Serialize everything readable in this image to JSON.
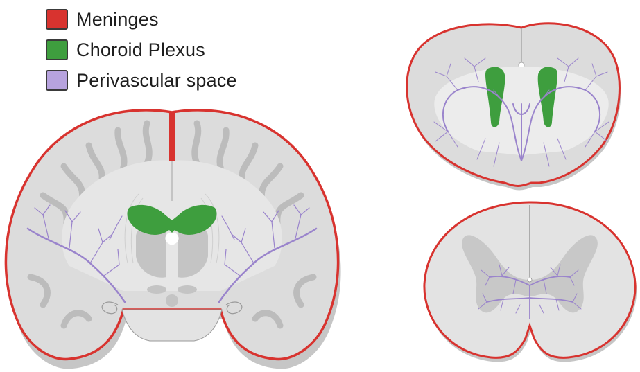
{
  "legend": {
    "items": [
      {
        "label": "Meninges",
        "color": "#d8332f"
      },
      {
        "label": "Choroid Plexus",
        "color": "#3e9e3e"
      },
      {
        "label": "Perivascular space",
        "color": "#b7a3de"
      }
    ]
  },
  "colors": {
    "meninges": "#d8332f",
    "choroid_plexus": "#3e9e3e",
    "perivascular": "#9a84cc",
    "tissue_light": "#dedede",
    "tissue_dark": "#c4c4c4",
    "shadow": "#bdbdbd"
  },
  "panels": [
    {
      "name": "human-brain-coronal-section"
    },
    {
      "name": "mouse-brain-coronal-section"
    },
    {
      "name": "spinal-cord-cross-section"
    }
  ]
}
